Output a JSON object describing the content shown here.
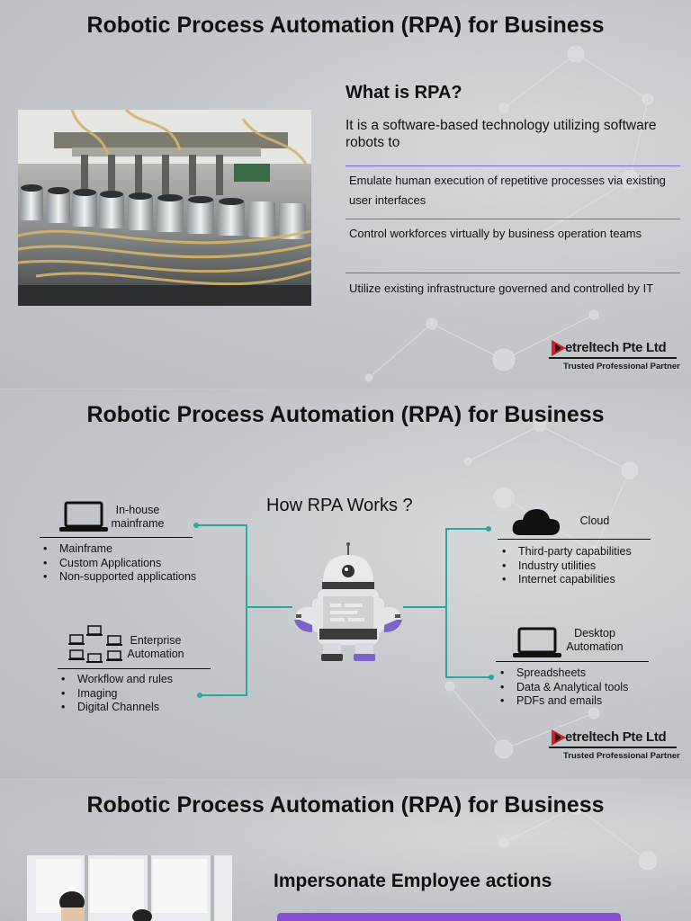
{
  "slide1": {
    "title": "Robotic Process Automation (RPA) for Business",
    "heading": "What is RPA?",
    "intro": "It is a software-based technology utilizing software robots to",
    "items": [
      "Emulate human execution of repetitive processes via existing user interfaces",
      "Control workforces virtually by business operation teams",
      "Utilize existing infrastructure governed and controlled by IT"
    ]
  },
  "brand": {
    "name": "etreltech Pte Ltd",
    "tagline": "Trusted Professional Partner",
    "color": "#d01f2a"
  },
  "slide2": {
    "title": "Robotic Process Automation (RPA) for Business",
    "center_label": "How RPA Works ?",
    "inhouse": {
      "label": "In-house mainframe",
      "items": [
        "Mainframe",
        "Custom Applications",
        "Non-supported applications"
      ]
    },
    "enterprise": {
      "label": "Enterprise Automation",
      "items": [
        "Workflow and rules",
        "Imaging",
        "Digital Channels"
      ]
    },
    "cloud": {
      "label": "Cloud",
      "items": [
        "Third-party capabilities",
        "Industry utilities",
        "Internet capabilities"
      ]
    },
    "desktop": {
      "label": "Desktop Automation",
      "items": [
        "Spreadsheets",
        "Data & Analytical tools",
        "PDFs and emails"
      ]
    },
    "connector_color": "#2aa8a0",
    "robot_accent": "#7a63c9"
  },
  "slide3": {
    "title": "Robotic Process Automation (RPA) for Business",
    "heading": "Impersonate Employee actions",
    "accent": "#8b4fd6"
  },
  "icons": [
    "laptop-icon",
    "cloud-icon",
    "network-icon",
    "robot-icon"
  ]
}
